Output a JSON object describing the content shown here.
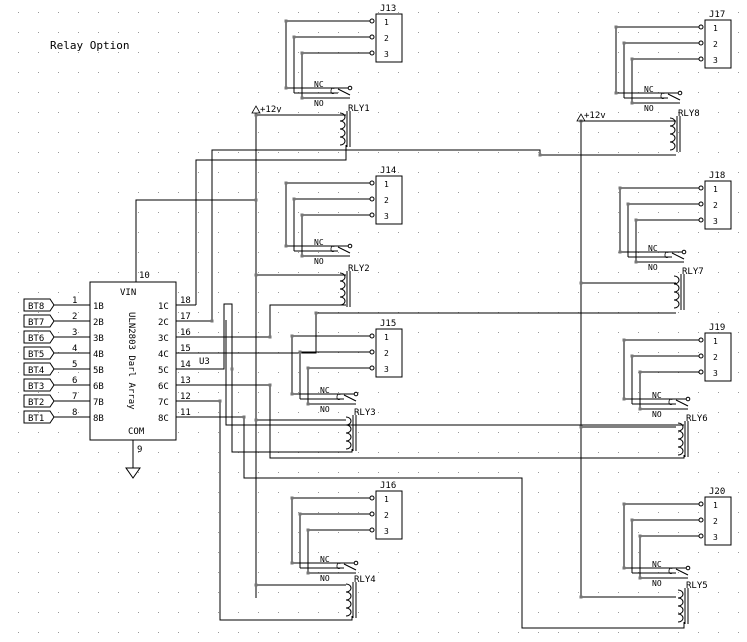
{
  "title": "Relay Option",
  "ic": {
    "ref": "U3",
    "part": "ULN2803 Darl Array",
    "vin_label": "VIN",
    "vin_pin": "10",
    "com_label": "COM",
    "com_pin": "9",
    "inputs": [
      {
        "net": "BT8",
        "pin": "1",
        "label": "1B"
      },
      {
        "net": "BT7",
        "pin": "2",
        "label": "2B"
      },
      {
        "net": "BT6",
        "pin": "3",
        "label": "3B"
      },
      {
        "net": "BT5",
        "pin": "4",
        "label": "4B"
      },
      {
        "net": "BT4",
        "pin": "5",
        "label": "5B"
      },
      {
        "net": "BT3",
        "pin": "6",
        "label": "6B"
      },
      {
        "net": "BT2",
        "pin": "7",
        "label": "7B"
      },
      {
        "net": "BT1",
        "pin": "8",
        "label": "8B"
      }
    ],
    "outputs": [
      {
        "pin": "18",
        "label": "1C"
      },
      {
        "pin": "17",
        "label": "2C"
      },
      {
        "pin": "16",
        "label": "3C"
      },
      {
        "pin": "15",
        "label": "4C"
      },
      {
        "pin": "14",
        "label": "5C"
      },
      {
        "pin": "13",
        "label": "6C"
      },
      {
        "pin": "12",
        "label": "7C"
      },
      {
        "pin": "11",
        "label": "8C"
      }
    ]
  },
  "supply_label": "+12v",
  "contact_labels": {
    "nc": "NC",
    "c": "C",
    "no": "NO"
  },
  "connector_pins": [
    "1",
    "2",
    "3"
  ],
  "relays": [
    {
      "name": "RLY1",
      "connector": "J13"
    },
    {
      "name": "RLY2",
      "connector": "J14"
    },
    {
      "name": "RLY3",
      "connector": "J15"
    },
    {
      "name": "RLY4",
      "connector": "J16"
    },
    {
      "name": "RLY5",
      "connector": "J20"
    },
    {
      "name": "RLY6",
      "connector": "J19"
    },
    {
      "name": "RLY7",
      "connector": "J18"
    },
    {
      "name": "RLY8",
      "connector": "J17"
    }
  ]
}
